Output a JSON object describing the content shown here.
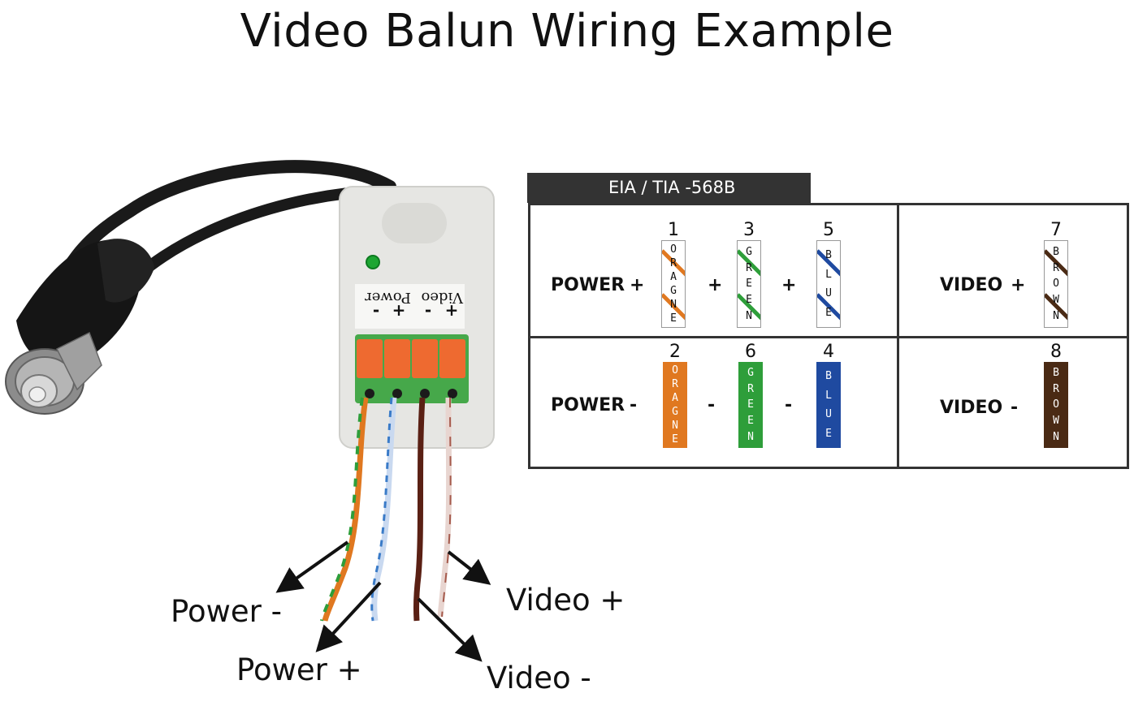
{
  "title": "Video Balun Wiring Example",
  "device": {
    "panel_labels": [
      "Video",
      "Power"
    ],
    "panel_signs": [
      "+",
      "-",
      "+",
      "-"
    ],
    "colors": {
      "orange": "#e07820",
      "green": "#2e9e3a",
      "blue": "#1f4aa0",
      "brown": "#4a2a14",
      "terminal": "#ee6a30",
      "terminal_base": "#46a84a",
      "led": "#1da632"
    }
  },
  "callouts": {
    "power_minus": "Power -",
    "power_plus": "Power +",
    "video_minus": "Video -",
    "video_plus": "Video +"
  },
  "standard": "EIA / TIA  -568B",
  "table": {
    "rows": [
      {
        "label": "POWER",
        "sign": "+",
        "pins": [
          {
            "number": "1",
            "color": "orange",
            "letters": "ORAGNE",
            "striped": true,
            "sign": "+"
          },
          {
            "number": "3",
            "color": "green",
            "letters": "GREEN",
            "striped": true,
            "sign": "+"
          },
          {
            "number": "5",
            "color": "blue",
            "letters": "BLUE",
            "striped": true,
            "sign": ""
          }
        ],
        "video_label": "VIDEO",
        "video_sign": "+",
        "video_pin": {
          "number": "7",
          "color": "brown",
          "letters": "BROWN",
          "striped": true
        }
      },
      {
        "label": "POWER",
        "sign": "-",
        "pins": [
          {
            "number": "2",
            "color": "orange",
            "letters": "ORAGNE",
            "striped": false,
            "sign": "-"
          },
          {
            "number": "6",
            "color": "green",
            "letters": "GREEN",
            "striped": false,
            "sign": "-"
          },
          {
            "number": "4",
            "color": "blue",
            "letters": "BLUE",
            "striped": false,
            "sign": ""
          }
        ],
        "video_label": "VIDEO",
        "video_sign": "-",
        "video_pin": {
          "number": "8",
          "color": "brown",
          "letters": "BROWN",
          "striped": false
        }
      }
    ]
  }
}
